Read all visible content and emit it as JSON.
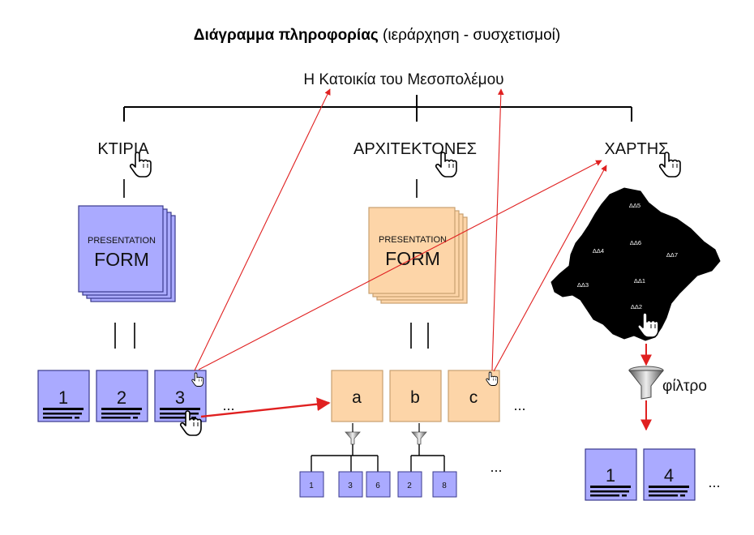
{
  "title": {
    "bold": "Διάγραμμα πληροφορίας",
    "rest": " (ιεράρχηση - συσχετισμοί)"
  },
  "root_label": "Η Κατοικία του Μεσοπολέμου",
  "categories": {
    "buildings": "ΚΤΙΡΙΑ",
    "architects": "ΑΡΧΙΤΕΚΤΟΝΕΣ",
    "map": "ΧΑΡΤΗΣ"
  },
  "presentation_form": {
    "line1": "PRESENTATION",
    "line2": "FORM"
  },
  "building_cards": [
    "1",
    "2",
    "3"
  ],
  "architect_cards": [
    "a",
    "b",
    "c"
  ],
  "architect_sub_cards": [
    "1",
    "3",
    "6",
    "2",
    "8"
  ],
  "filtered_cards": [
    "1",
    "4"
  ],
  "ellipsis": "...",
  "filter_label": "φίλτρο",
  "map_districts": [
    "ΔΔ5",
    "ΔΔ4",
    "ΔΔ6",
    "ΔΔ7",
    "ΔΔ3",
    "ΔΔ1",
    "ΔΔ2"
  ],
  "colors": {
    "purple_fill": "#aaaaff",
    "purple_stroke": "#3a3a8c",
    "orange_fill": "#fdd5a8",
    "orange_stroke": "#c8a070",
    "arrow_red": "#e02020"
  }
}
